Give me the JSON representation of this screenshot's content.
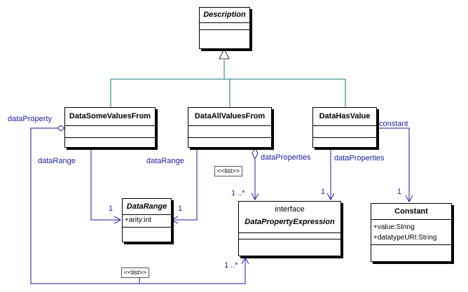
{
  "classes": {
    "description": {
      "name": "Description"
    },
    "data_some_values_from": {
      "name": "DataSomeValuesFrom"
    },
    "data_all_values_from": {
      "name": "DataAllValuesFrom"
    },
    "data_has_value": {
      "name": "DataHasValue"
    },
    "data_range": {
      "name": "DataRange",
      "attributes": [
        "+arity:int"
      ]
    },
    "data_property_expression": {
      "stereotype": "interface",
      "name": "DataPropertyExpression"
    },
    "constant": {
      "name": "Constant",
      "attributes": [
        "+value:String",
        "+datatypeURI:String"
      ]
    }
  },
  "associations": {
    "data_property": "dataProperty",
    "data_range_left": "dataRange",
    "data_range_right": "dataRange",
    "data_properties_all": "dataProperties",
    "data_properties_has": "dataProperties",
    "constant": "constant"
  },
  "multiplicities": {
    "data_range_left": "1",
    "data_range_right": "1",
    "dpe_top": "1 ..*",
    "dpe_has": "1",
    "constant": "1",
    "dpe_bottom": "1 ..*"
  },
  "tags": {
    "list_top": "<<list>>",
    "list_bottom": "<<list>>"
  },
  "colors": {
    "link": "#1a1aa0",
    "border": "#000000",
    "inheritance": "#1a7a7a"
  }
}
